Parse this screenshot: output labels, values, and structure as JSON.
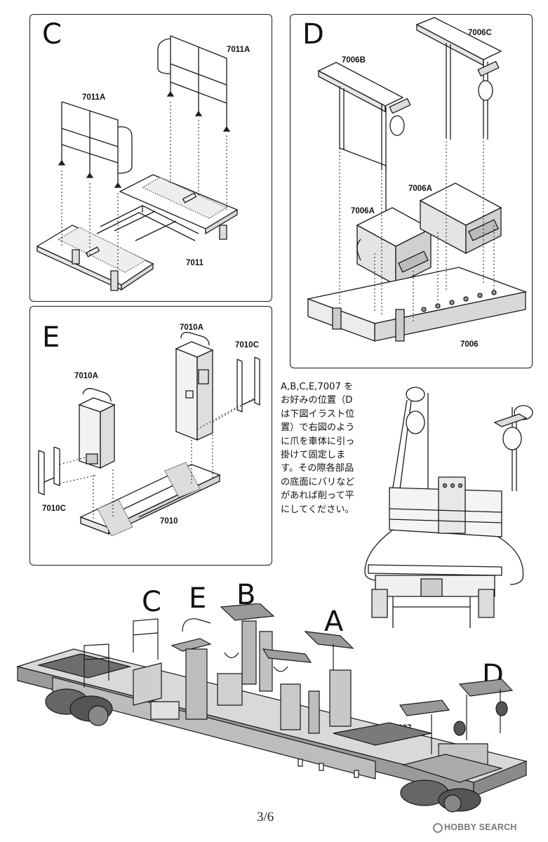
{
  "panels": {
    "c": {
      "letter": "C",
      "parts": {
        "rail_right": "7011A",
        "rail_left": "7011A",
        "base": "7011"
      }
    },
    "d": {
      "letter": "D",
      "parts": {
        "pole_right": "7006C",
        "pole_left": "7006B",
        "clamp_right": "7006A",
        "clamp_left": "7006A",
        "base": "7006"
      }
    },
    "e": {
      "letter": "E",
      "parts": {
        "cab_right": "7010A",
        "frame_right": "7010C",
        "cab_left": "7010A",
        "frame_left": "7010C",
        "base": "7010"
      }
    }
  },
  "note_lines": [
    "A,B,C,E,7007 を",
    "お好みの位置（D",
    "は下図イラスト位",
    "置）で右図のよう",
    "に爪を車体に引っ",
    "掛けて固定しま",
    "す。その際各部品",
    "の底面にバリなど",
    "があれば削って平",
    "にしてください。"
  ],
  "car_labels": {
    "c": "C",
    "e": "E",
    "b": "B",
    "a": "A",
    "d": "D",
    "part_7007": "7007"
  },
  "page_number": "3/6",
  "watermark": "HOBBY SEARCH"
}
